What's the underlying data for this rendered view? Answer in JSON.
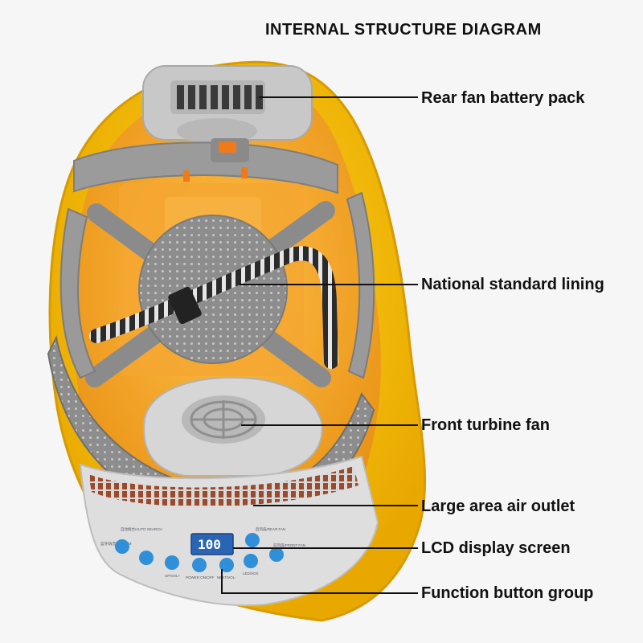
{
  "diagram": {
    "title": "INTERNAL STRUCTURE DIAGRAM",
    "labels": [
      {
        "id": "rear-fan",
        "text": "Rear fan battery pack"
      },
      {
        "id": "lining",
        "text": "National standard lining"
      },
      {
        "id": "front-fan",
        "text": "Front turbine fan"
      },
      {
        "id": "air-outlet",
        "text": "Large area air outlet"
      },
      {
        "id": "lcd",
        "text": "LCD display screen"
      },
      {
        "id": "buttons",
        "text": "Function button group"
      }
    ],
    "panel": {
      "auto_search": "自动搜台/AUTO SEARCH",
      "bluetooth": "蓝牙/收音机/BT/FM",
      "rear_fan": "后风扇/REAR FAN",
      "front_fan": "前风扇/FRONT FAN",
      "up_vol": "UP/VOL+",
      "power": "POWER ON/OFF",
      "next_vol": "NEXT/VOL-",
      "led_sos": "LED/SOS",
      "lcd_value": "100"
    },
    "colors": {
      "shell": "#f2b705",
      "interior": "#f6a82a",
      "panel": "#dcdcdc",
      "strap": "#8a8a8a",
      "button": "#2f8fd8",
      "lcd": "#2a64b5",
      "leader": "#111111"
    }
  }
}
